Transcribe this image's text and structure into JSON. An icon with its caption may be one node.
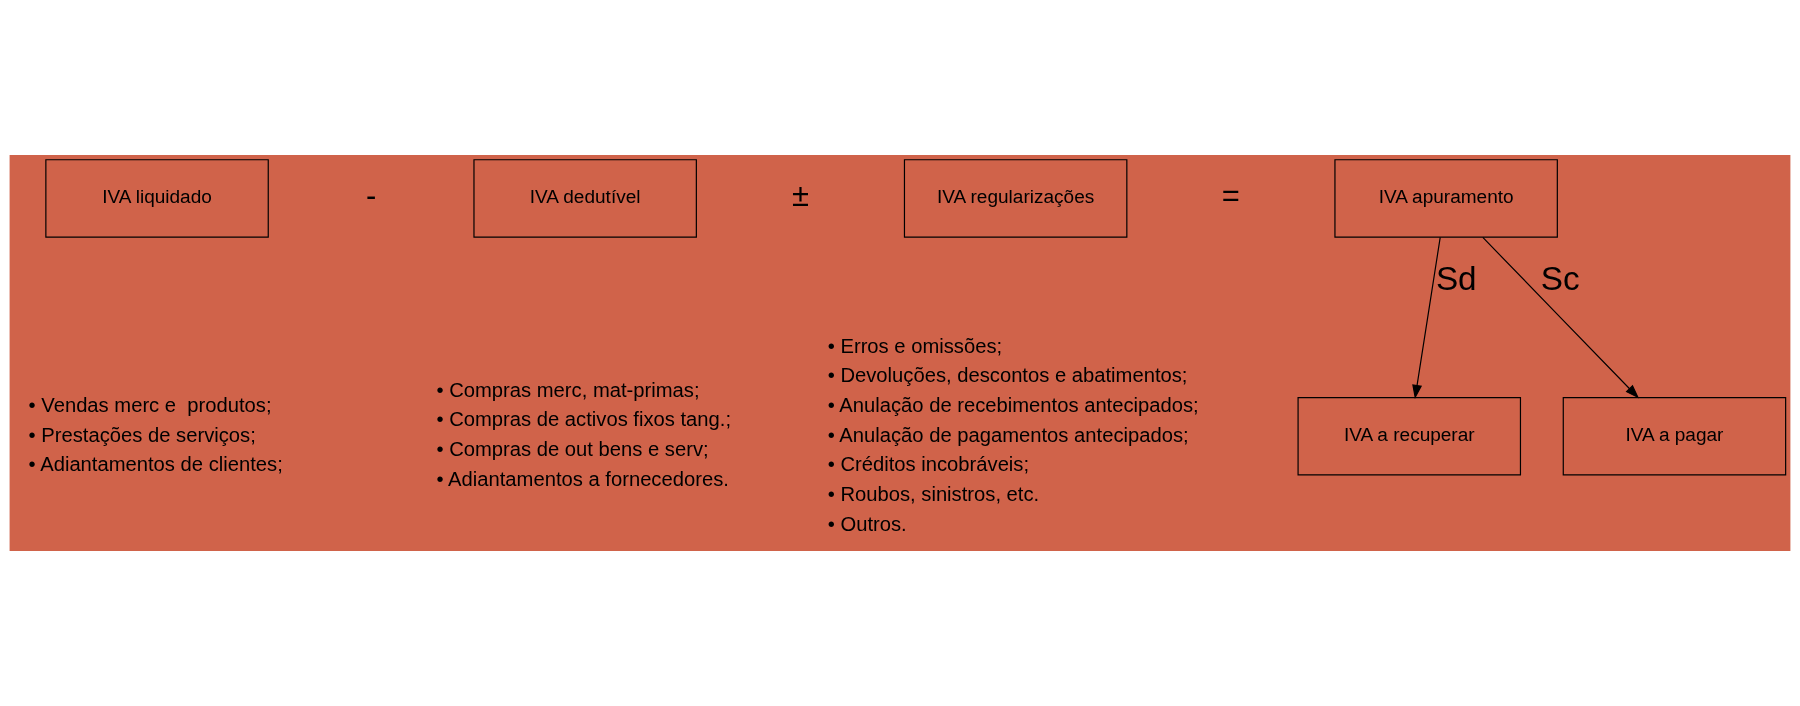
{
  "diagram": {
    "nodes": [
      {
        "text": [
          "IVA liquidado"
        ],
        "beside": [
          "• Vendas merc e  produtos;",
          "• Prestações de serviços;",
          "• Adiantamentos de clientes;"
        ]
      },
      {
        "text": [
          "IVA dedutível"
        ],
        "beside": [
          "• Compras merc, mat-primas;",
          "• Compras de activos fixos tang.;",
          "• Compras de out bens e serv;",
          "• Adiantamentos a fornecedores."
        ]
      },
      {
        "text": [
          "IVA regularizações"
        ],
        "beside": [
          "• Erros e omissões;",
          "• Devoluções, descontos e abatimentos;",
          "• Anulação de recebimentos antecipados;",
          "• Anulação de pagamentos antecipados;",
          "• Créditos incobráveis;",
          "• Roubos, sinistros, etc.",
          "• Outros."
        ]
      },
      {
        "text": [
          "IVA apuramento"
        ]
      },
      {
        "text": [
          "IVA a recuperar"
        ]
      },
      {
        "text": [
          "IVA a pagar"
        ]
      }
    ],
    "edges": [
      {
        "from": 3,
        "to": 4,
        "arrow": "to",
        "label": "Sd"
      },
      {
        "from": 3,
        "to": 5,
        "arrow": "to",
        "label": "Sc"
      }
    ],
    "labels": [
      "-",
      "±",
      "="
    ]
  }
}
